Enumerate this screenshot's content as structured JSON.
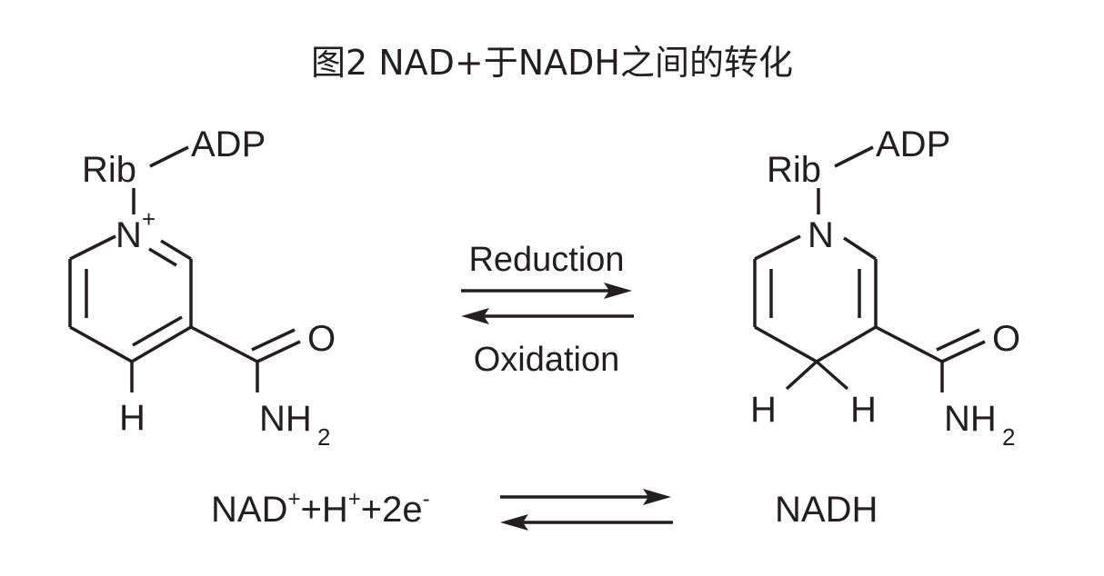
{
  "title": "图2 NAD+于NADH之间的转化",
  "nad_plus": {
    "rib": "Rib",
    "adp": "ADP",
    "n": "N",
    "charge": "+",
    "h": "H",
    "o": "O",
    "nh": "NH",
    "nh_sub": "2"
  },
  "nadh_structure": {
    "rib": "Rib",
    "adp": "ADP",
    "n": "N",
    "h1": "H",
    "h2": "H",
    "o": "O",
    "nh": "NH",
    "nh_sub": "2"
  },
  "reaction": {
    "forward_label": "Reduction",
    "reverse_label": "Oxidation"
  },
  "equation": {
    "nad": "NAD",
    "nad_charge": "+",
    "plus1": "+",
    "h": "H",
    "h_charge": "+",
    "plus2": "+",
    "electrons": "2e",
    "e_charge": "-",
    "product": "NADH"
  },
  "colors": {
    "ink": "#231f20",
    "background": "#ffffff"
  }
}
